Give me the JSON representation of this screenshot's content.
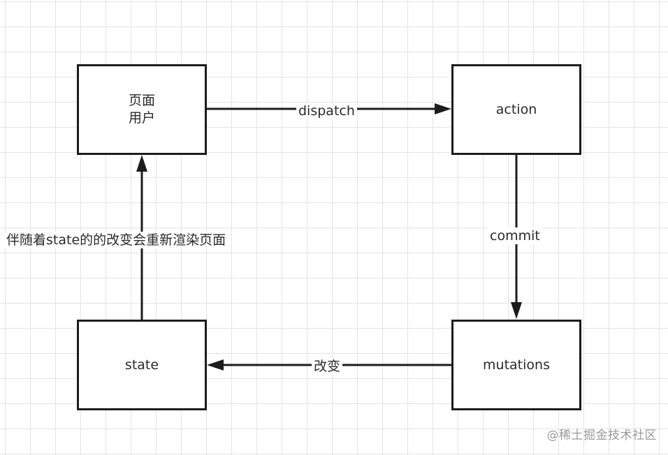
{
  "nodes": {
    "page_user": {
      "line1": "页面",
      "line2": "用户"
    },
    "action": "action",
    "state": "state",
    "mutations": "mutations"
  },
  "edges": {
    "dispatch": "dispatch",
    "commit": "commit",
    "change": "改变",
    "render": "伴随着state的的改变会重新渲染页面"
  },
  "watermark": "@稀土掘金技术社区",
  "colors": {
    "line": "#1c1c1c",
    "grid": "#e4e4e4",
    "text": "#2a2a2a"
  }
}
